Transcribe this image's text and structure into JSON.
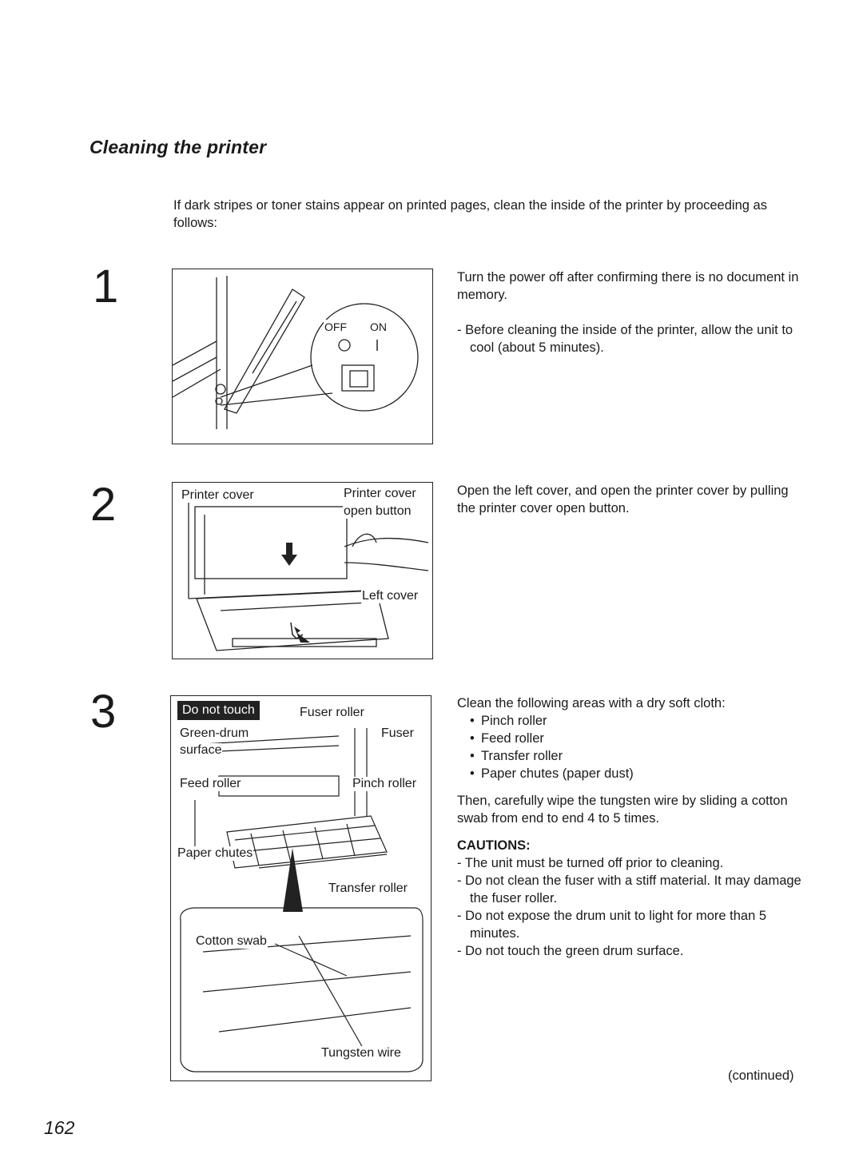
{
  "title": "Cleaning the printer",
  "intro": "If dark stripes or toner stains appear on printed pages, clean the inside of the printer by proceeding as follows:",
  "steps": [
    {
      "number": "1",
      "figure_labels": {
        "off": "OFF",
        "on": "ON",
        "off_symbol": "O",
        "on_symbol": "I"
      },
      "text": "Turn the power off after confirming there is no document in memory.",
      "note": "- Before cleaning the inside of the printer, allow the unit to cool (about 5 minutes)."
    },
    {
      "number": "2",
      "figure_labels": {
        "printer_cover": "Printer cover",
        "printer_cover_open_button_1": "Printer cover",
        "printer_cover_open_button_2": "open button",
        "left_cover": "Left cover"
      },
      "text": "Open the left cover, and open the printer cover by pulling the printer cover open button."
    },
    {
      "number": "3",
      "figure_labels": {
        "do_not_touch": "Do not touch",
        "fuser_roller": "Fuser roller",
        "green_drum_surface_1": "Green-drum",
        "green_drum_surface_2": "surface",
        "fuser": "Fuser",
        "feed_roller": "Feed roller",
        "pinch_roller": "Pinch roller",
        "paper_chutes": "Paper chutes",
        "transfer_roller": "Transfer roller",
        "cotton_swab": "Cotton swab",
        "tungsten_wire": "Tungsten wire"
      },
      "text": "Clean the following areas with a dry soft cloth:",
      "bullets": [
        "Pinch roller",
        "Feed roller",
        "Transfer roller",
        "Paper chutes (paper dust)"
      ],
      "text2": "Then, carefully wipe the tungsten wire by sliding a cotton swab from end to end 4 to 5 times.",
      "cautions_heading": "CAUTIONS:",
      "cautions": [
        "- The unit must be turned off prior to cleaning.",
        "- Do not clean the fuser with a stiff material. It may damage the fuser roller.",
        "- Do not expose the drum unit to light for more than 5 minutes.",
        "- Do not touch the green drum surface."
      ]
    }
  ],
  "continued": "(continued)",
  "page_number": "162"
}
